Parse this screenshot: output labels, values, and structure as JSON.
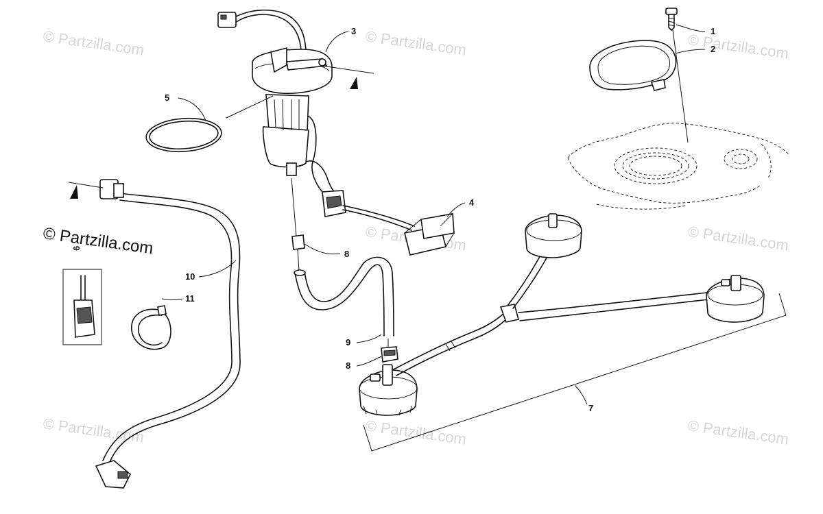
{
  "copyright": "© Partzilla.com",
  "watermark": "© Partzilla.com",
  "callouts": {
    "c1": "1",
    "c2": "2",
    "c3": "3",
    "c4": "4",
    "c5": "5",
    "c6": "6",
    "c7": "7",
    "c8a": "8",
    "c8b": "8",
    "c9": "9",
    "c10": "10",
    "c11": "11"
  }
}
